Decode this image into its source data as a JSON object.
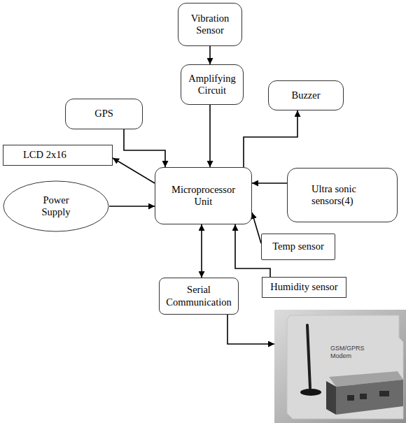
{
  "diagram": {
    "nodes": [
      {
        "text": [
          "Vibration Sensor"
        ]
      },
      {
        "text": [
          "Amplifying Circuit"
        ]
      },
      {
        "text": [
          "Buzzer"
        ]
      },
      {
        "text": [
          "GPS"
        ]
      },
      {
        "text": [
          "LCD 2x16"
        ]
      },
      {
        "text": [
          "Microprocessor Unit"
        ]
      },
      {
        "text": [
          "Power Supply"
        ]
      },
      {
        "text": [
          "Ultra sonic sensors(4)"
        ]
      },
      {
        "text": [
          "Temp sensor"
        ]
      },
      {
        "text": [
          "Serial Communication"
        ]
      },
      {
        "text": [
          "Humidity sensor"
        ]
      },
      {
        "text": [
          "GSM/GPRS Modem"
        ]
      }
    ],
    "edges": [
      {
        "from": 0,
        "to": 1,
        "arrow": "to"
      },
      {
        "from": 1,
        "to": 5,
        "arrow": "to"
      },
      {
        "from": 5,
        "to": 2,
        "arrow": "to"
      },
      {
        "from": 3,
        "to": 5,
        "arrow": "to"
      },
      {
        "from": 5,
        "to": 4,
        "arrow": "to"
      },
      {
        "from": 6,
        "to": 5,
        "arrow": "to"
      },
      {
        "from": 7,
        "to": 5,
        "arrow": "to"
      },
      {
        "from": 8,
        "to": 5,
        "arrow": "to"
      },
      {
        "from": 10,
        "to": 5,
        "arrow": "to"
      },
      {
        "from": 5,
        "to": 9,
        "arrow": "both"
      },
      {
        "from": 9,
        "to": 11,
        "arrow": "to"
      }
    ]
  }
}
